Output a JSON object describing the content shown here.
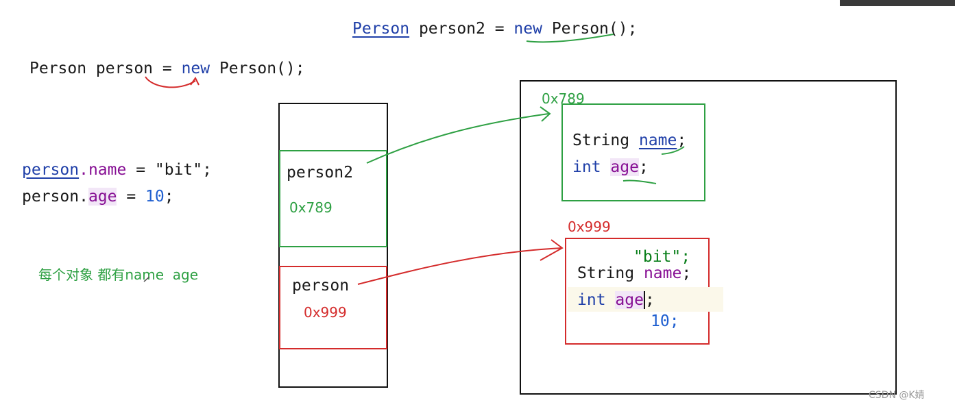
{
  "code": {
    "line_person2": {
      "type": "Person",
      "rest": " person2 = ",
      "kw": "new",
      "ctor": " Person();"
    },
    "line_person": {
      "prefix": "Person person = ",
      "kw": "new",
      "ctor": " Person();"
    },
    "assign_name": {
      "obj": "person",
      "dot_field": ".name",
      "eq": " = ",
      "value": "\"bit\"",
      "end": ";"
    },
    "assign_age": {
      "obj": "person.",
      "field": "age",
      "eq": " = ",
      "value": "10",
      "end": ";"
    }
  },
  "note": "每个对象 都有name  age",
  "stack": {
    "person2": {
      "label": "person2",
      "address": "0x789"
    },
    "person": {
      "label": "person",
      "address": "0x999"
    }
  },
  "heap": {
    "obj1": {
      "address": "0x789",
      "line1_type": "String ",
      "line1_field": "name",
      "line1_end": ";",
      "line2_type": "int ",
      "line2_field": "age",
      "line2_end": ";"
    },
    "obj2": {
      "address": "0x999",
      "value_name": "\"bit\";",
      "line1_type": "String ",
      "line1_field": "name",
      "line1_end": ";",
      "line2_type": "int ",
      "line2_field": "age",
      "line2_end": ";",
      "value_age": "10;"
    }
  },
  "watermark": "CSDN @K婧",
  "colors": {
    "green": "#2ea043",
    "red": "#d42b2b",
    "black": "#111111",
    "keyword": "#1f3fa8",
    "field": "#871094"
  }
}
